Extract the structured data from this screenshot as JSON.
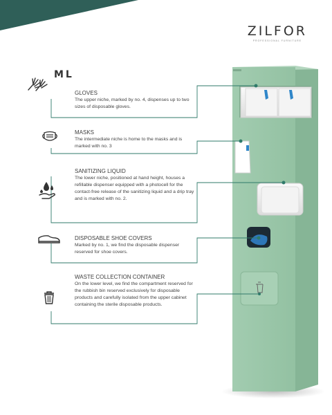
{
  "brand": {
    "name": "ZILFOR",
    "tagline": "PROFESSIONAL FURNITURE"
  },
  "size_label": "ML",
  "sections": [
    {
      "id": "gloves",
      "icon": "gloves-icon",
      "title": "GLOVES",
      "desc": "The upper niche, marked by no. 4, dispenses up to two sizes of disposable gloves."
    },
    {
      "id": "masks",
      "icon": "mask-icon",
      "title": "MASKS",
      "desc": "The intermediate niche is home to the masks and is marked with no. 3"
    },
    {
      "id": "liquid",
      "icon": "hand-drop-icon",
      "title": "SANITIZING LIQUID",
      "desc": "The lower niche, positioned at hand height, houses a refillable dispenser equipped with a photocell for the contact-free release of the sanitizing liquid and a drip tray and is marked with no. 2."
    },
    {
      "id": "shoes",
      "icon": "shoe-icon",
      "title": "DISPOSABLE SHOE COVERS",
      "desc": "Marked by no. 1, we find the disposable dispenser reserved for shoe covers."
    },
    {
      "id": "waste",
      "icon": "trash-bin-icon",
      "title": "WASTE COLLECTION CONTAINER",
      "desc": "On the lower level, we find the compartment reserved for the rubbish bin reserved exclusively for disposable products and carefully isolated from the upper cabinet containing the sterile disposable products."
    }
  ],
  "colors": {
    "accent": "#2f7a6a",
    "tower": "#97c4a6",
    "tower_side": "#86b596",
    "corner": "#2f5f58",
    "icon": "#333333"
  }
}
